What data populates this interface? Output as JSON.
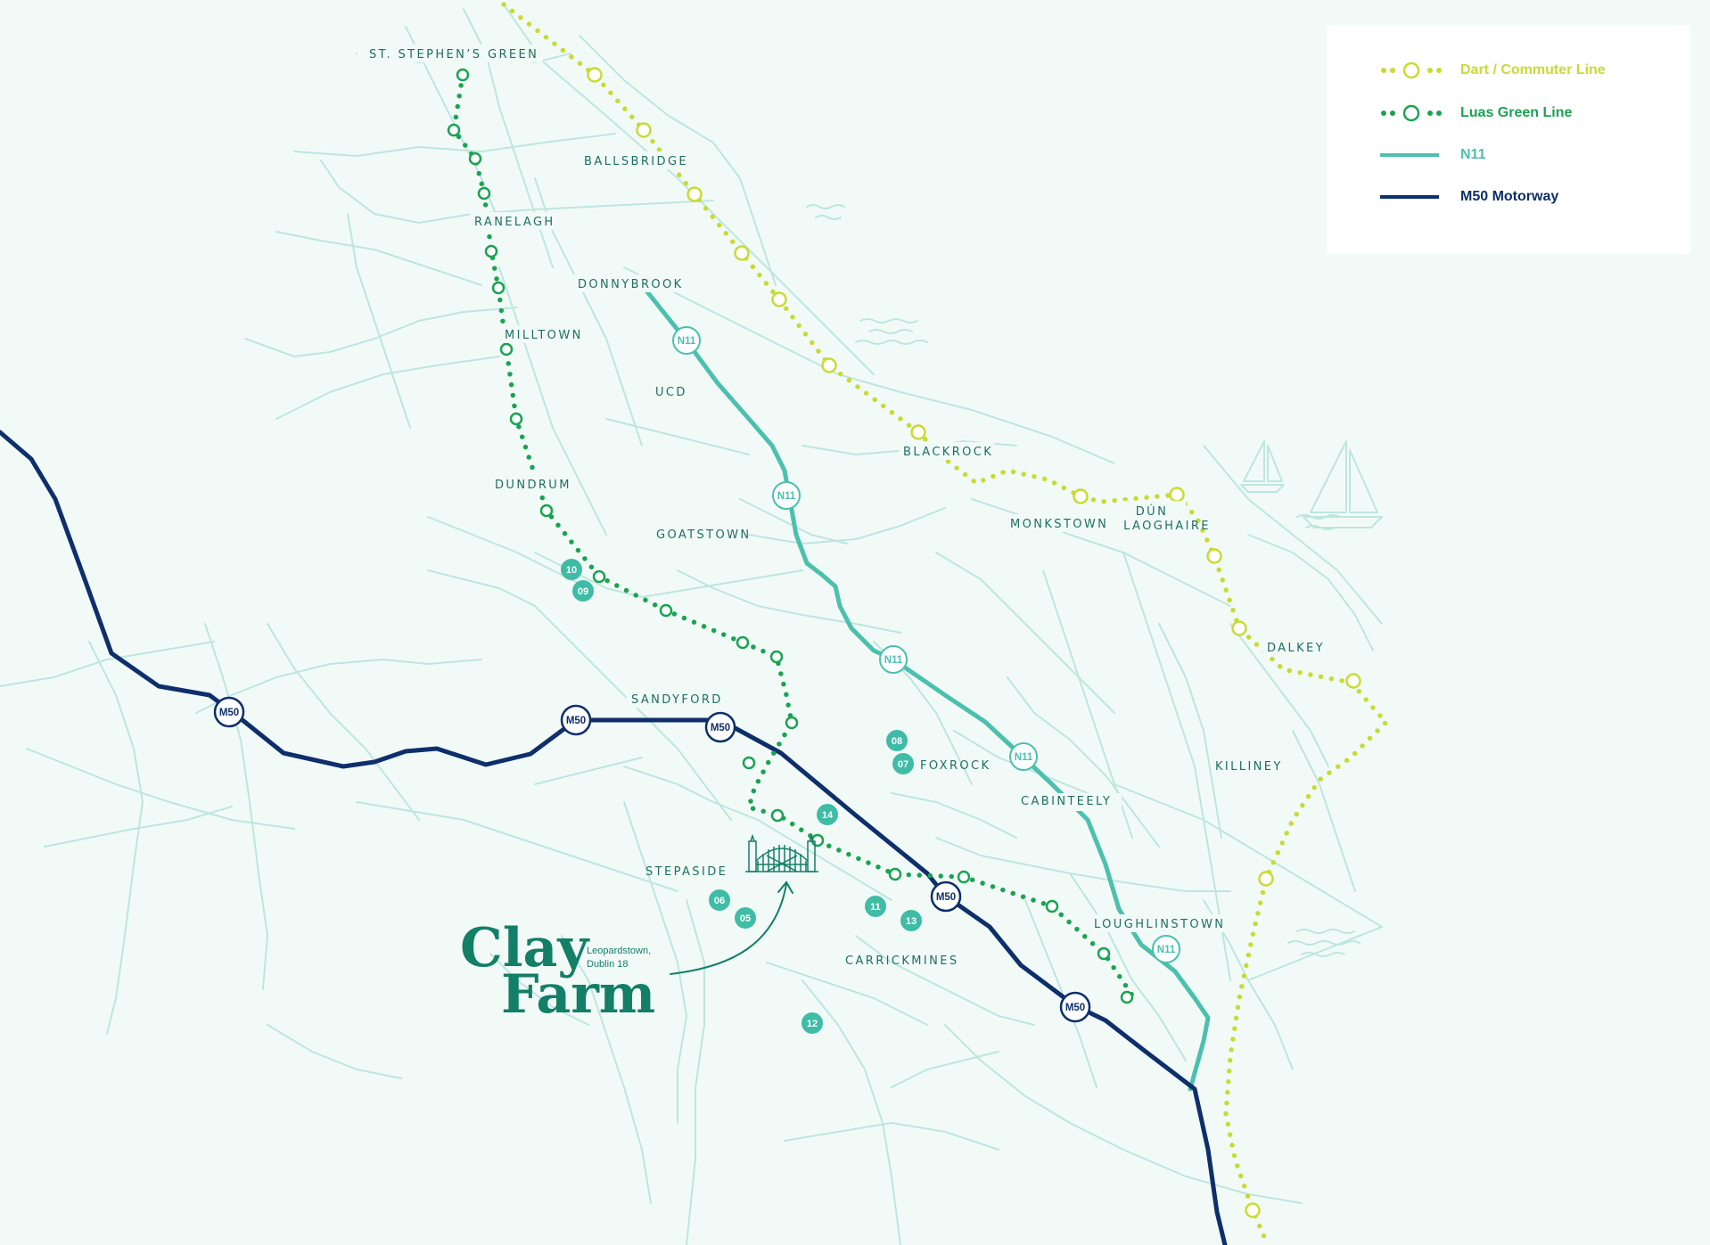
{
  "legend": {
    "items": [
      {
        "label": "Dart / Commuter Line",
        "color": "#c8db34",
        "symbol": "dotted-ring-line"
      },
      {
        "label": "Luas Green Line",
        "color": "#1aa352",
        "symbol": "dotted-ring-line"
      },
      {
        "label": "N11",
        "color": "#4cc0ad",
        "symbol": "solid-line"
      },
      {
        "label": "M50 Motorway",
        "color": "#0e2f6b",
        "symbol": "solid-line"
      }
    ]
  },
  "places": {
    "st_stephens_green": "ST. STEPHEN’S GREEN",
    "ballsbridge": "BALLSBRIDGE",
    "ranelagh": "RANELAGH",
    "donnybrook": "DONNYBROOK",
    "milltown": "MILLTOWN",
    "ucd": "UCD",
    "blackrock": "BLACKROCK",
    "monkstown": "MONKSTOWN",
    "dun_laoghaire_1": "DÚN",
    "dun_laoghaire_2": "LAOGHAIRE",
    "dundrum": "DUNDRUM",
    "goatstown": "GOATSTOWN",
    "dalkey": "DALKEY",
    "sandyford": "SANDYFORD",
    "foxrock": "FOXROCK",
    "killiney": "KILLINEY",
    "cabinteely": "CABINTEELY",
    "stepaside": "STEPASIDE",
    "loughlinstown": "LOUGHLINSTOWN",
    "carrickmines": "CARRICKMINES"
  },
  "shields": {
    "n11": "N11",
    "m50": "M50"
  },
  "markers": [
    "10",
    "09",
    "08",
    "07",
    "14",
    "06",
    "05",
    "11",
    "13",
    "12"
  ],
  "brand": {
    "line1": "Clay",
    "line2": "Farm",
    "sub1": "Leopardstown,",
    "sub2": "Dublin 18"
  },
  "colors": {
    "background": "#f2faf8",
    "roads": "#bde6df",
    "dart": "#c8db34",
    "luas": "#1aa352",
    "n11": "#4cc0ad",
    "m50": "#0e2f6b",
    "marker": "#3fbca5",
    "brand": "#127f66"
  }
}
